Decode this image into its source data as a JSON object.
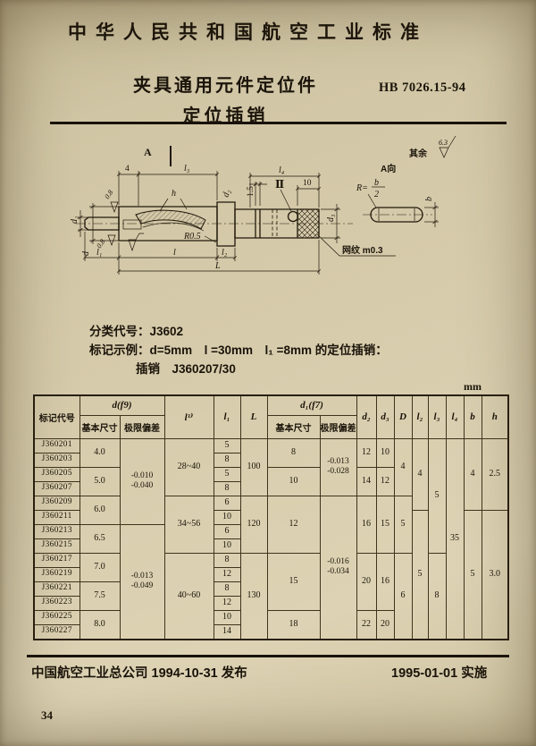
{
  "page": {
    "standard_org_title": "中华人民共和国航空工业标准",
    "title_line1": "夹具通用元件定位件",
    "title_line2": "定位插销",
    "standard_code": "HB 7026.15-94",
    "classification": "分类代号：J3602",
    "marking_example_line1": "标记示例：d=5mm　l =30mm　l₁ =8mm 的定位插销：",
    "marking_example_line2": "插销　J360207/30",
    "unit": "mm",
    "publish_note": "中国航空工业总公司 1994-10-31 发布",
    "effective_note": "1995-01-01 实施",
    "page_number": "34"
  },
  "drawing": {
    "labels": {
      "a_mark": "A",
      "dim_4": "4",
      "dim_h": "h",
      "dim_l3": "l₃",
      "dim_l4": "l₄",
      "dim_1_5": "1.5",
      "detail_II": "Ⅱ",
      "dim_10": "10",
      "dim_d1": "d₁",
      "dim_d": "d",
      "dim_d2": "d₂",
      "dim_d3": "d₃",
      "r05": "R0.5",
      "dim_l1": "l₁",
      "dim_l": "l",
      "dim_l2": "l₂",
      "dim_L": "L",
      "rough_rest": "其余",
      "rough_value": "6.3",
      "rough_08a": "0.8",
      "rough_08b": "0.8",
      "view_a": "A向",
      "r_eq": "R=",
      "frac_b": "b",
      "frac_2": "2",
      "dim_b": "b",
      "knurl_note": "网纹 m0.3"
    }
  },
  "table": {
    "headers": {
      "code": "标记代号",
      "d_group": "d(f9)",
      "basic": "基本尺寸",
      "dev": "极限偏差",
      "l": "l¹⁾",
      "l1": "l₁",
      "L": "L",
      "d1_group": "d₁(f7)",
      "d2": "d₂",
      "d3": "d₃",
      "D": "D",
      "l2": "l₂",
      "l3": "l₃",
      "l4": "l₄",
      "b": "b",
      "h": "h"
    },
    "rows": [
      {
        "code": "J360201",
        "d": "4.0",
        "d_dev": "-0.010\n-0.040",
        "l": "28~40",
        "l1": "5",
        "L": "100",
        "d1": "8",
        "d1_dev": "-0.013\n-0.028",
        "d2": "12",
        "d3": "10",
        "D": "4",
        "l2": "4",
        "l3": "5",
        "l4": "35",
        "b": "4",
        "h": "2.5"
      },
      {
        "code": "J360203",
        "l1": "8"
      },
      {
        "code": "J360205",
        "d": "5.0",
        "l1": "5",
        "d1": "10",
        "d2": "14",
        "d3": "12"
      },
      {
        "code": "J360207",
        "l1": "8"
      },
      {
        "code": "J360209",
        "d": "6.0",
        "l": "34~56",
        "l1": "6",
        "L": "120",
        "d1": "12",
        "d1_dev": "-0.016\n-0.034",
        "d2": "16",
        "d3": "15",
        "D": "5"
      },
      {
        "code": "J360211",
        "l1": "10",
        "l2": "5",
        "b": "5",
        "h": "3.0"
      },
      {
        "code": "J360213",
        "d": "6.5",
        "d_dev": "-0.013\n-0.049",
        "l1": "6"
      },
      {
        "code": "J360215",
        "l1": "10"
      },
      {
        "code": "J360217",
        "d": "7.0",
        "l": "40~60",
        "l1": "8",
        "L": "130",
        "d1": "15",
        "d2": "20",
        "d3": "16",
        "D": "6",
        "l3": "8"
      },
      {
        "code": "J360219",
        "l1": "12"
      },
      {
        "code": "J360221",
        "d": "7.5",
        "l1": "8"
      },
      {
        "code": "J360223",
        "l1": "12"
      },
      {
        "code": "J360225",
        "d": "8.0",
        "l1": "10",
        "d1": "18",
        "d2": "22",
        "d3": "20"
      },
      {
        "code": "J360227",
        "l1": "14"
      }
    ]
  }
}
